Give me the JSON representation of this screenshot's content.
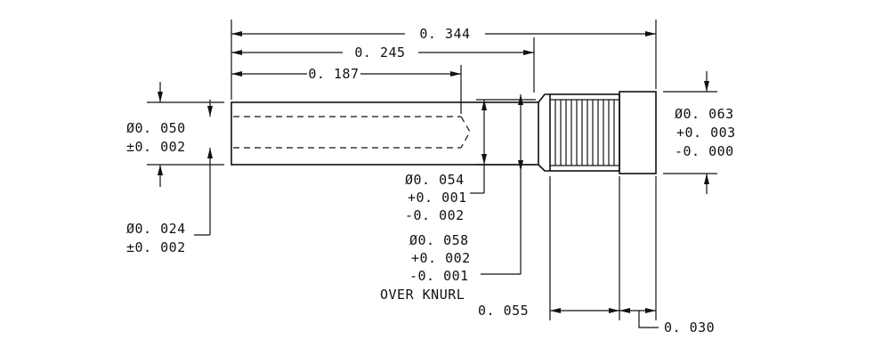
{
  "dimensions": {
    "overall_length": "0. 344",
    "length_to_knurl": "0. 245",
    "bore_depth": "0. 187",
    "bore_diameter": {
      "value": "Ø0. 050",
      "tolerance": "±0. 002"
    },
    "tip_diameter": {
      "value": "Ø0. 024",
      "tolerance": "±0. 002"
    },
    "shank_diameter": {
      "value": "Ø0. 054",
      "tol_plus": "+0. 001",
      "tol_minus": "-0. 002"
    },
    "knurl_diameter": {
      "value": "Ø0. 058",
      "tol_plus": "+0. 002",
      "tol_minus": "-0. 001",
      "note": "OVER KNURL"
    },
    "head_diameter": {
      "value": "Ø0. 063",
      "tol_plus": "+0. 003",
      "tol_minus": "-0. 000"
    },
    "knurl_length": "0. 055",
    "head_length": "0. 030"
  }
}
